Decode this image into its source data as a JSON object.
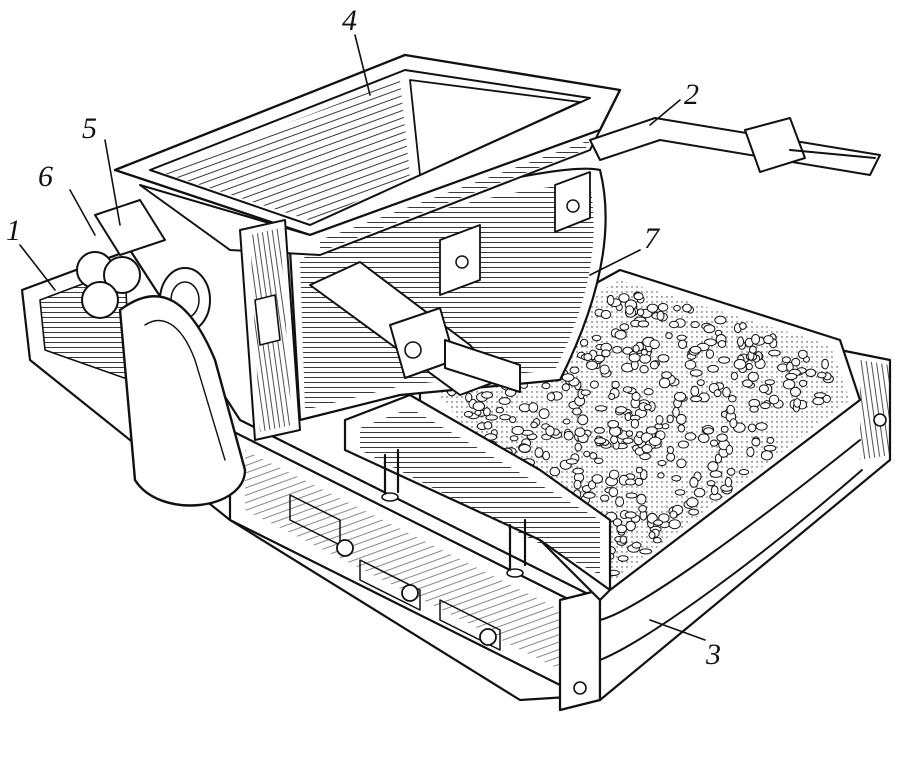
{
  "diagram": {
    "callouts": [
      {
        "id": "1",
        "label": "1"
      },
      {
        "id": "2",
        "label": "2"
      },
      {
        "id": "3",
        "label": "3"
      },
      {
        "id": "4",
        "label": "4"
      },
      {
        "id": "5",
        "label": "5"
      },
      {
        "id": "6",
        "label": "6"
      },
      {
        "id": "7",
        "label": "7"
      }
    ],
    "colors": {
      "ink": "#111111",
      "paper": "#ffffff"
    }
  }
}
